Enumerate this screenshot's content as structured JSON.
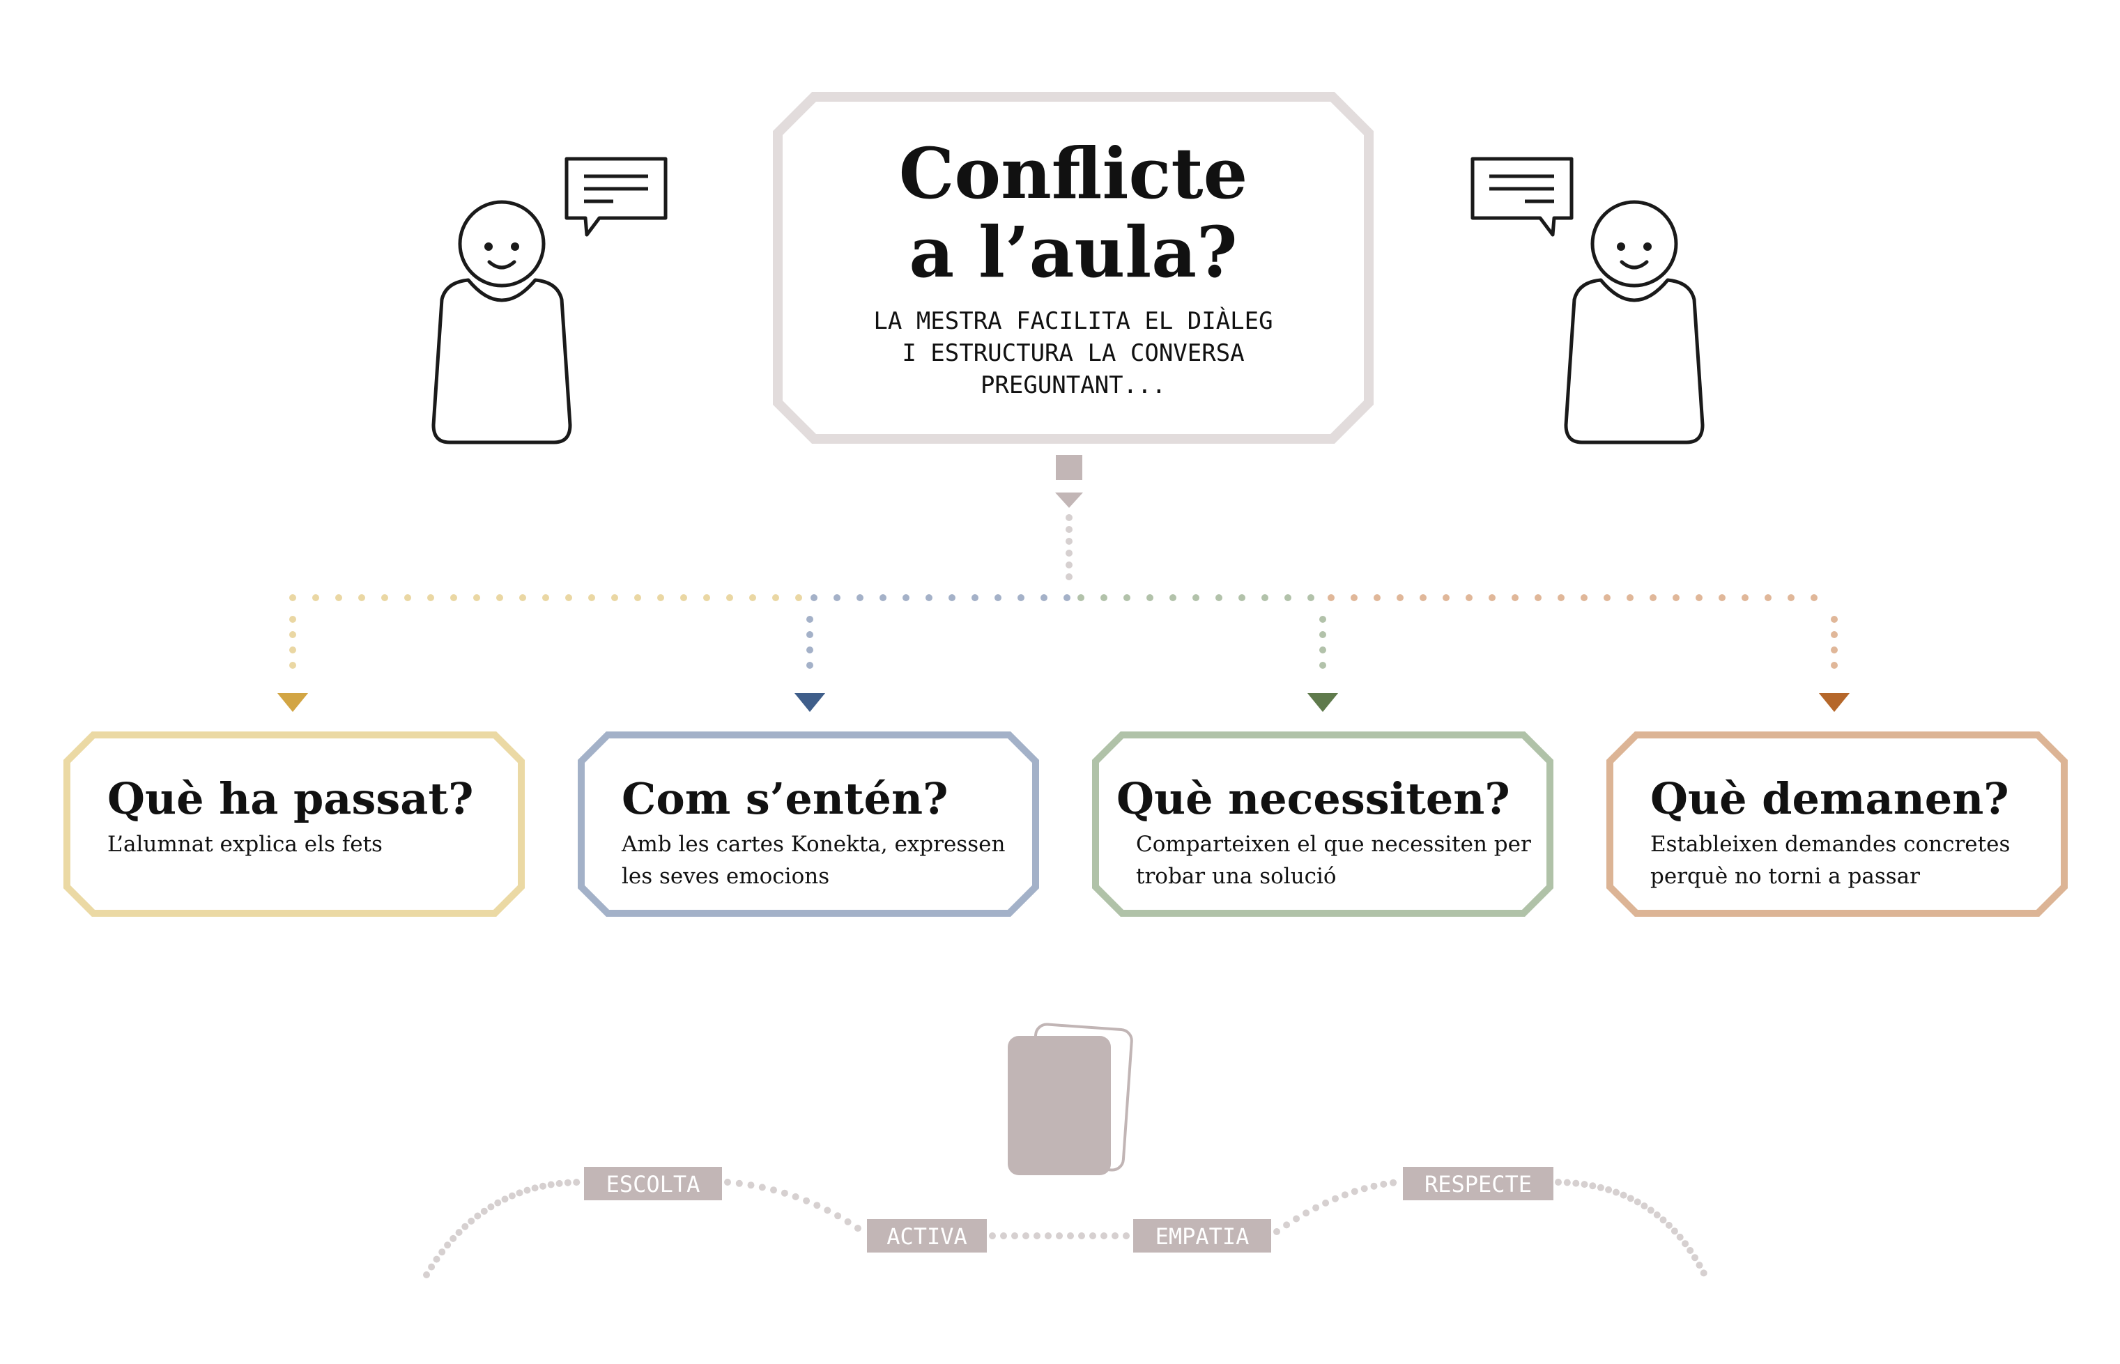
{
  "colors": {
    "main_border": "#e2dcdc",
    "text": "#111111",
    "connector_gray": "#d6d0d0",
    "arrow_gray": "#c2b6b6",
    "tag_bg": "#c2b6b6",
    "tag_text": "#ffffff",
    "card_gray": "#c1b5b5"
  },
  "header": {
    "title_line1": "Conflicte",
    "title_line2": "a l’aula?",
    "subtitle_line1": "LA MESTRA FACILITA EL DIÀLEG",
    "subtitle_line2": "I ESTRUCTURA LA CONVERSA",
    "subtitle_line3": "PREGUNTANT..."
  },
  "figures": {
    "left": {
      "icon": "person-with-speech-bubble"
    },
    "right": {
      "icon": "person-with-speech-bubble"
    }
  },
  "steps": [
    {
      "title": "Què ha passat?",
      "line1": "L’alumnat explica els fets",
      "line2": "",
      "border": "#ebd9a4",
      "dot": "#ead7a3",
      "arrow": "#d2a544"
    },
    {
      "title": "Com s’entén?",
      "line1": "Amb les cartes Konekta, expressen",
      "line2": "les seves emocions",
      "border": "#a3b1c8",
      "dot": "#a4b1c8",
      "arrow": "#3f5e8a"
    },
    {
      "title": "Què necessiten?",
      "line1": "Comparteixen el que necessiten per",
      "line2": "trobar una solució",
      "border": "#b0c2a8",
      "dot": "#b2c2aa",
      "arrow": "#5f7a4c"
    },
    {
      "title": "Què demanen?",
      "line1": "Estableixen demandes concretes",
      "line2": "perquè no torni a passar",
      "border": "#dcb495",
      "dot": "#e0b799",
      "arrow": "#b5672a"
    }
  ],
  "values": {
    "escolta": "ESCOLTA",
    "activa": "ACTIVA",
    "empatia": "EMPATIA",
    "respecte": "RESPECTE"
  }
}
